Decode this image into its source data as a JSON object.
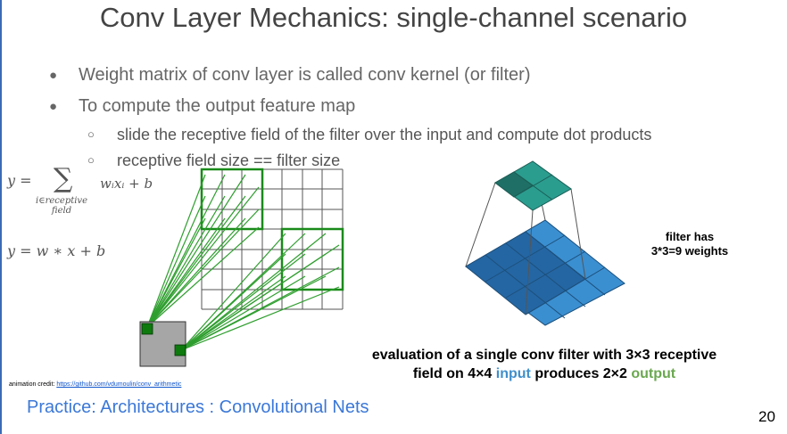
{
  "title": "Conv Layer Mechanics: single-channel scenario",
  "bullets": [
    "Weight matrix of conv layer is called conv kernel (or filter)",
    "To compute the output feature map"
  ],
  "sub_bullets": [
    "slide the receptive field of the filter over the input and compute dot products",
    "receptive field size == filter size"
  ],
  "formulas": {
    "f1_lhs": "y =",
    "f1_sum": "∑",
    "f1_sub_line1": "i∈receptive",
    "f1_sub_line2": "field",
    "f1_rhs": "wᵢxᵢ + b",
    "f2": "y = w ∗ x + b"
  },
  "filter_note": {
    "line1": "filter has",
    "line2": "3*3=9 weights"
  },
  "caption": {
    "part1": "evaluation of a single conv filter with 3×3 receptive",
    "part2": "field on 4×4 ",
    "input_word": "input",
    "part3": " produces 2×2 ",
    "output_word": "output"
  },
  "credit": {
    "label": "animation credit: ",
    "link_text": "https://github.com/vdumoulin/conv_arithmetic"
  },
  "footer": "Practice: Architectures : Convolutional Nets",
  "page_number": "20",
  "colors": {
    "footer_blue": "#3b78d8",
    "input_blue": "#3f8fcb",
    "output_green": "#6aa84f",
    "grid_green": "#1a8a1a",
    "teal": "#2a9d8f",
    "input_grid": "#2b7bbf"
  }
}
